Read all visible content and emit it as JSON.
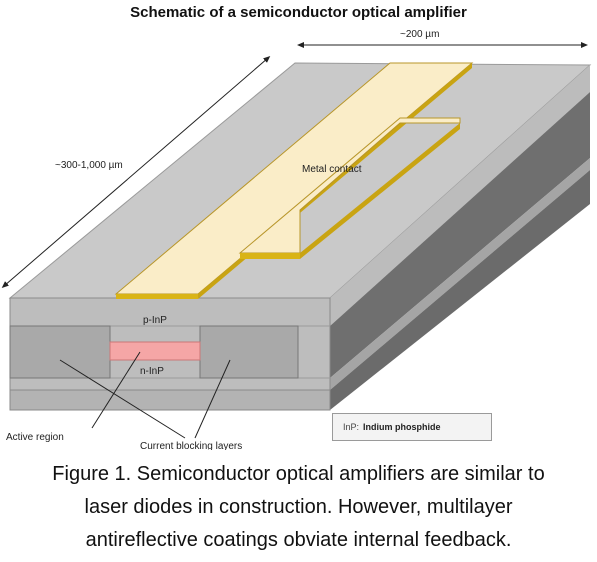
{
  "title": "Schematic of a semiconductor optical amplifier",
  "labels": {
    "width_dim": "~200 µm",
    "length_dim": "~300-1,000 µm",
    "metal_contact": "Metal contact",
    "p_inp": "p-InP",
    "n_inp": "n-InP",
    "active_region": "Active region",
    "current_blocking": "Current blocking layers"
  },
  "legend": {
    "abbr": "InP:",
    "text": "Indium phosphide"
  },
  "caption": {
    "line1": "Figure 1. Semiconductor optical amplifiers are similar to",
    "line2": "laser diodes in construction. However, multilayer",
    "line3": "antireflective coatings obviate internal feedback."
  },
  "colors": {
    "top_face": "#c8c8c8",
    "front_gray": "#bdbdbd",
    "side_dark": "#6e6e6e",
    "side_light": "#a9a9a9",
    "contact": "#faedc8",
    "contact_edge": "#d4ae10",
    "active": "#f5a6a6",
    "blocking": "#a8a8a8"
  }
}
